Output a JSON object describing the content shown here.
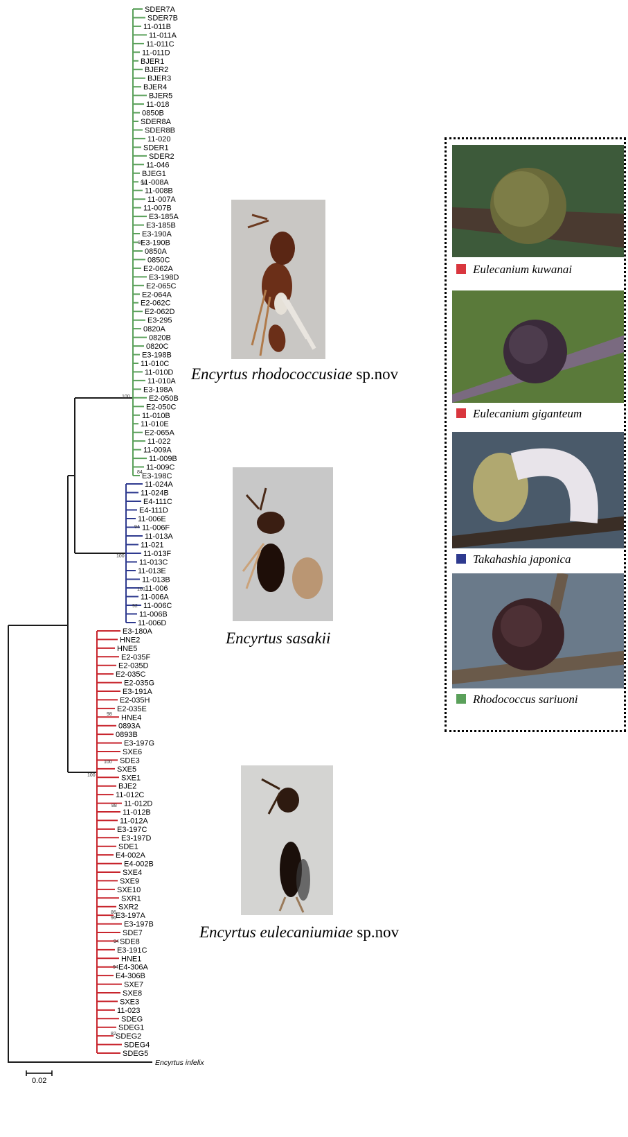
{
  "clades": [
    {
      "name": "rhodococcusiae",
      "color": "#5aa05a",
      "leaves": [
        "SDER7A",
        "SDER7B",
        "11-011B",
        "11-011A",
        "11-011C",
        "11-011D",
        "BJER1",
        "BJER2",
        "BJER3",
        "BJER4",
        "BJER5",
        "11-018",
        "0850B",
        "SDER8A",
        "SDER8B",
        "11-020",
        "SDER1",
        "SDER2",
        "11-046",
        "BJEG1",
        "11-008A",
        "11-008B",
        "11-007A",
        "11-007B",
        "E3-185A",
        "E3-185B",
        "E3-190A",
        "E3-190B",
        "0850A",
        "0850C",
        "E2-062A",
        "E3-198D",
        "E2-065C",
        "E2-064A",
        "E2-062C",
        "E2-062D",
        "E3-295",
        "0820A",
        "0820B",
        "0820C",
        "E3-198B",
        "11-010C",
        "11-010D",
        "11-010A",
        "E3-198A",
        "E2-050B",
        "E2-050C",
        "11-010B",
        "11-010E",
        "E2-065A",
        "11-022",
        "11-009A",
        "11-009B",
        "11-009C",
        "E3-198C"
      ],
      "bootstraps": [
        "100",
        "94",
        "92",
        "84"
      ]
    },
    {
      "name": "sasakii",
      "color": "#2e3a8f",
      "leaves": [
        "11-024A",
        "11-024B",
        "E4-111C",
        "E4-111D",
        "11-006E",
        "11-006F",
        "11-013A",
        "11-021",
        "11-013F",
        "11-013C",
        "11-013E",
        "11-013B",
        "11-006",
        "11-006A",
        "11-006C",
        "11-006B",
        "11-006D"
      ],
      "bootstraps": [
        "94",
        "100",
        "100",
        "92"
      ]
    },
    {
      "name": "eulecaniumiae",
      "color": "#c8252d",
      "leaves": [
        "E3-180A",
        "HNE2",
        "HNE5",
        "E2-035F",
        "E2-035D",
        "E2-035C",
        "E2-035G",
        "E3-191A",
        "E2-035H",
        "E2-035E",
        "HNE4",
        "0893A",
        "0893B",
        "E3-197G",
        "SXE6",
        "SDE3",
        "SXE5",
        "SXE1",
        "BJE2",
        "11-012C",
        "11-012D",
        "11-012B",
        "11-012A",
        "E3-197C",
        "E3-197D",
        "SDE1",
        "E4-002A",
        "E4-002B",
        "SXE4",
        "SXE9",
        "SXE10",
        "SXR1",
        "SXR2",
        "E3-197A",
        "E3-197B",
        "SDE7",
        "SDE8",
        "E3-191C",
        "HNE1",
        "E4-306A",
        "E4-306B",
        "SXE7",
        "SXE8",
        "SXE3",
        "11-023",
        "SDEG",
        "SDEG1",
        "SDEG2",
        "SDEG4",
        "SDEG5"
      ],
      "bootstraps": [
        "98",
        "100",
        "100",
        "88",
        "86",
        "96",
        "94",
        "94",
        "82"
      ]
    }
  ],
  "outgroup": "Encyrtus infelix",
  "scale_bar": "0.02",
  "species": [
    {
      "genus": "Encyrtus",
      "epithet": "rhodococcusiae",
      "suffix": "sp.nov"
    },
    {
      "genus": "Encyrtus",
      "epithet": "sasakii",
      "suffix": ""
    },
    {
      "genus": "Encyrtus",
      "epithet": "eulecaniumiae",
      "suffix": "sp.nov"
    }
  ],
  "hosts": [
    {
      "name": "Eulecanium kuwanai",
      "color": "#d9363e"
    },
    {
      "name": "Eulecanium giganteum",
      "color": "#d9363e"
    },
    {
      "name": "Takahashia japonica",
      "color": "#2e3a8f"
    },
    {
      "name": "Rhodococcus sariuoni",
      "color": "#5aa05a"
    }
  ]
}
